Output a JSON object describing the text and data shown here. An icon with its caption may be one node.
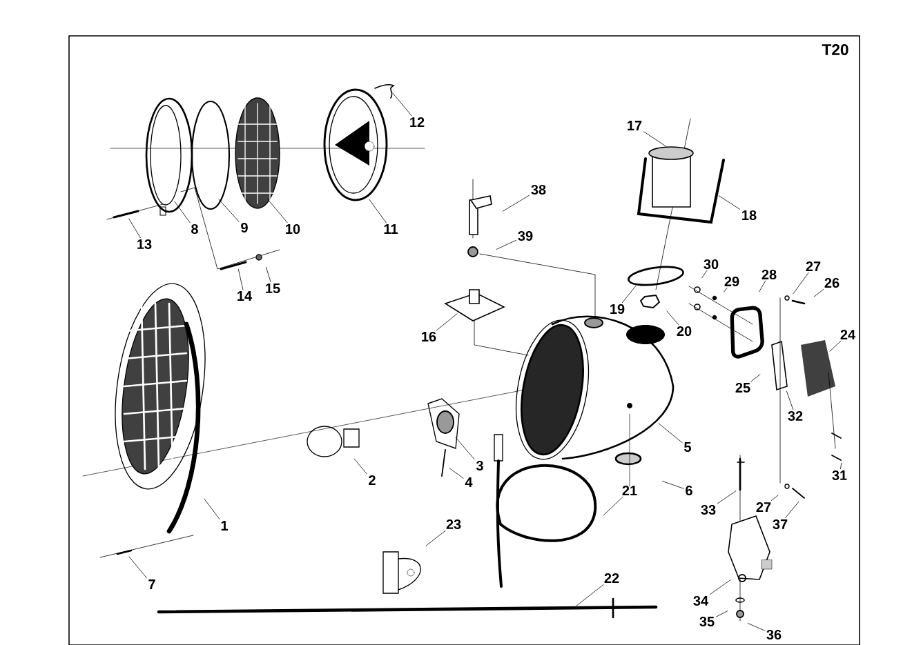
{
  "diagram": {
    "nodes": [
      {
        "text": [
          "12"
        ]
      },
      {
        "text": [
          "8"
        ]
      },
      {
        "text": [
          "9"
        ]
      },
      {
        "text": [
          "10"
        ]
      },
      {
        "text": [
          "11"
        ]
      },
      {
        "text": [
          "13"
        ]
      },
      {
        "text": [
          "14"
        ]
      },
      {
        "text": [
          "15"
        ]
      },
      {
        "text": [
          "17"
        ]
      },
      {
        "text": [
          "18"
        ]
      },
      {
        "text": [
          "38"
        ]
      },
      {
        "text": [
          "39"
        ]
      },
      {
        "text": [
          "30"
        ]
      },
      {
        "text": [
          "29"
        ]
      },
      {
        "text": [
          "28"
        ]
      },
      {
        "text": [
          "27"
        ]
      },
      {
        "text": [
          "26"
        ]
      },
      {
        "text": [
          "19"
        ]
      },
      {
        "text": [
          "20"
        ]
      },
      {
        "text": [
          "16"
        ]
      },
      {
        "text": [
          "24"
        ]
      },
      {
        "text": [
          "25"
        ]
      },
      {
        "text": [
          "32"
        ]
      },
      {
        "text": [
          "5"
        ]
      },
      {
        "text": [
          "3"
        ]
      },
      {
        "text": [
          "2"
        ]
      },
      {
        "text": [
          "4"
        ]
      },
      {
        "text": [
          "31"
        ]
      },
      {
        "text": [
          "21"
        ]
      },
      {
        "text": [
          "6"
        ]
      },
      {
        "text": [
          "33"
        ]
      },
      {
        "text": [
          "27"
        ]
      },
      {
        "text": [
          "37"
        ]
      },
      {
        "text": [
          "1"
        ]
      },
      {
        "text": [
          "23"
        ]
      },
      {
        "text": [
          "22"
        ]
      },
      {
        "text": [
          "7"
        ]
      },
      {
        "text": [
          "34"
        ]
      },
      {
        "text": [
          "35"
        ]
      },
      {
        "text": [
          "36"
        ]
      }
    ],
    "edges": [
      {
        "from": 0,
        "to": null,
        "arrow": "none"
      },
      {
        "from": 1,
        "to": null,
        "arrow": "none"
      },
      {
        "from": 2,
        "to": null,
        "arrow": "none"
      },
      {
        "from": 3,
        "to": null,
        "arrow": "none"
      },
      {
        "from": 4,
        "to": null,
        "arrow": "none"
      },
      {
        "from": 5,
        "to": null,
        "arrow": "none"
      },
      {
        "from": 6,
        "to": null,
        "arrow": "none"
      },
      {
        "from": 7,
        "to": null,
        "arrow": "none"
      },
      {
        "from": 8,
        "to": null,
        "arrow": "none"
      },
      {
        "from": 9,
        "to": null,
        "arrow": "none"
      },
      {
        "from": 10,
        "to": null,
        "arrow": "none"
      },
      {
        "from": 11,
        "to": null,
        "arrow": "none"
      },
      {
        "from": 12,
        "to": null,
        "arrow": "none"
      },
      {
        "from": 13,
        "to": null,
        "arrow": "none"
      },
      {
        "from": 14,
        "to": null,
        "arrow": "none"
      },
      {
        "from": 15,
        "to": null,
        "arrow": "none"
      },
      {
        "from": 16,
        "to": null,
        "arrow": "none"
      },
      {
        "from": 17,
        "to": null,
        "arrow": "none"
      },
      {
        "from": 18,
        "to": null,
        "arrow": "none"
      },
      {
        "from": 19,
        "to": null,
        "arrow": "none"
      },
      {
        "from": 20,
        "to": null,
        "arrow": "none"
      },
      {
        "from": 21,
        "to": null,
        "arrow": "none"
      },
      {
        "from": 22,
        "to": null,
        "arrow": "none"
      },
      {
        "from": 23,
        "to": null,
        "arrow": "none"
      },
      {
        "from": 24,
        "to": null,
        "arrow": "none"
      },
      {
        "from": 25,
        "to": null,
        "arrow": "none"
      },
      {
        "from": 26,
        "to": null,
        "arrow": "none"
      },
      {
        "from": 27,
        "to": null,
        "arrow": "none"
      },
      {
        "from": 28,
        "to": null,
        "arrow": "none"
      },
      {
        "from": 29,
        "to": null,
        "arrow": "none"
      },
      {
        "from": 30,
        "to": null,
        "arrow": "none"
      },
      {
        "from": 31,
        "to": null,
        "arrow": "none"
      },
      {
        "from": 32,
        "to": null,
        "arrow": "none"
      },
      {
        "from": 33,
        "to": null,
        "arrow": "none"
      },
      {
        "from": 34,
        "to": null,
        "arrow": "none"
      },
      {
        "from": 35,
        "to": null,
        "arrow": "none"
      },
      {
        "from": 36,
        "to": null,
        "arrow": "none"
      },
      {
        "from": 37,
        "to": null,
        "arrow": "none"
      },
      {
        "from": 38,
        "to": null,
        "arrow": "none"
      },
      {
        "from": 39,
        "to": null,
        "arrow": "none"
      }
    ],
    "labels": [
      "T20"
    ]
  }
}
